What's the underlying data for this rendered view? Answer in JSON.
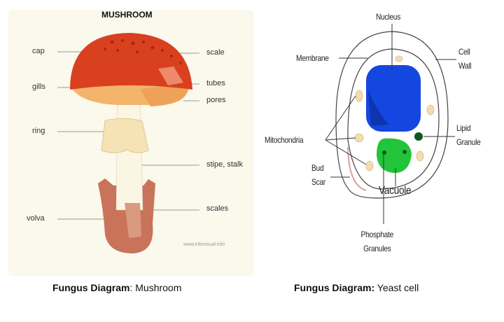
{
  "mushroom": {
    "title": "MUSHROOM",
    "labels": {
      "cap": "cap",
      "gills": "gills",
      "ring": "ring",
      "volva": "volva",
      "scale": "scale",
      "tubes": "tubes",
      "pores": "pores",
      "stipe": "stipe, stalk",
      "scales": "scales"
    },
    "watermark": "www.infovisual.info",
    "caption_bold": "Fungus Diagram",
    "caption_rest": ": Mushroom",
    "colors": {
      "cap": "#d9401f",
      "gills": "#f2b56b",
      "stipe": "#fbf6e4",
      "volva": "#c9735a"
    }
  },
  "yeast": {
    "labels": {
      "nucleus": "Nucleus",
      "membrane": "Membrane",
      "cell_wall": "Cell Wall",
      "lipid_granule": "Lipid Granule",
      "mitochondria": "Mitochondria",
      "bud_scar": "Bud Scar",
      "vacuole": "Vacuole",
      "phosphate_granules": "Phosphate Granules"
    },
    "caption_bold": "Fungus Diagram:",
    "caption_rest": " Yeast cell",
    "colors": {
      "nucleus": "#1447e0",
      "vacuole": "#22c43a",
      "lipid": "#0b5a1a",
      "mitochondria": "#f3dcb0"
    }
  }
}
